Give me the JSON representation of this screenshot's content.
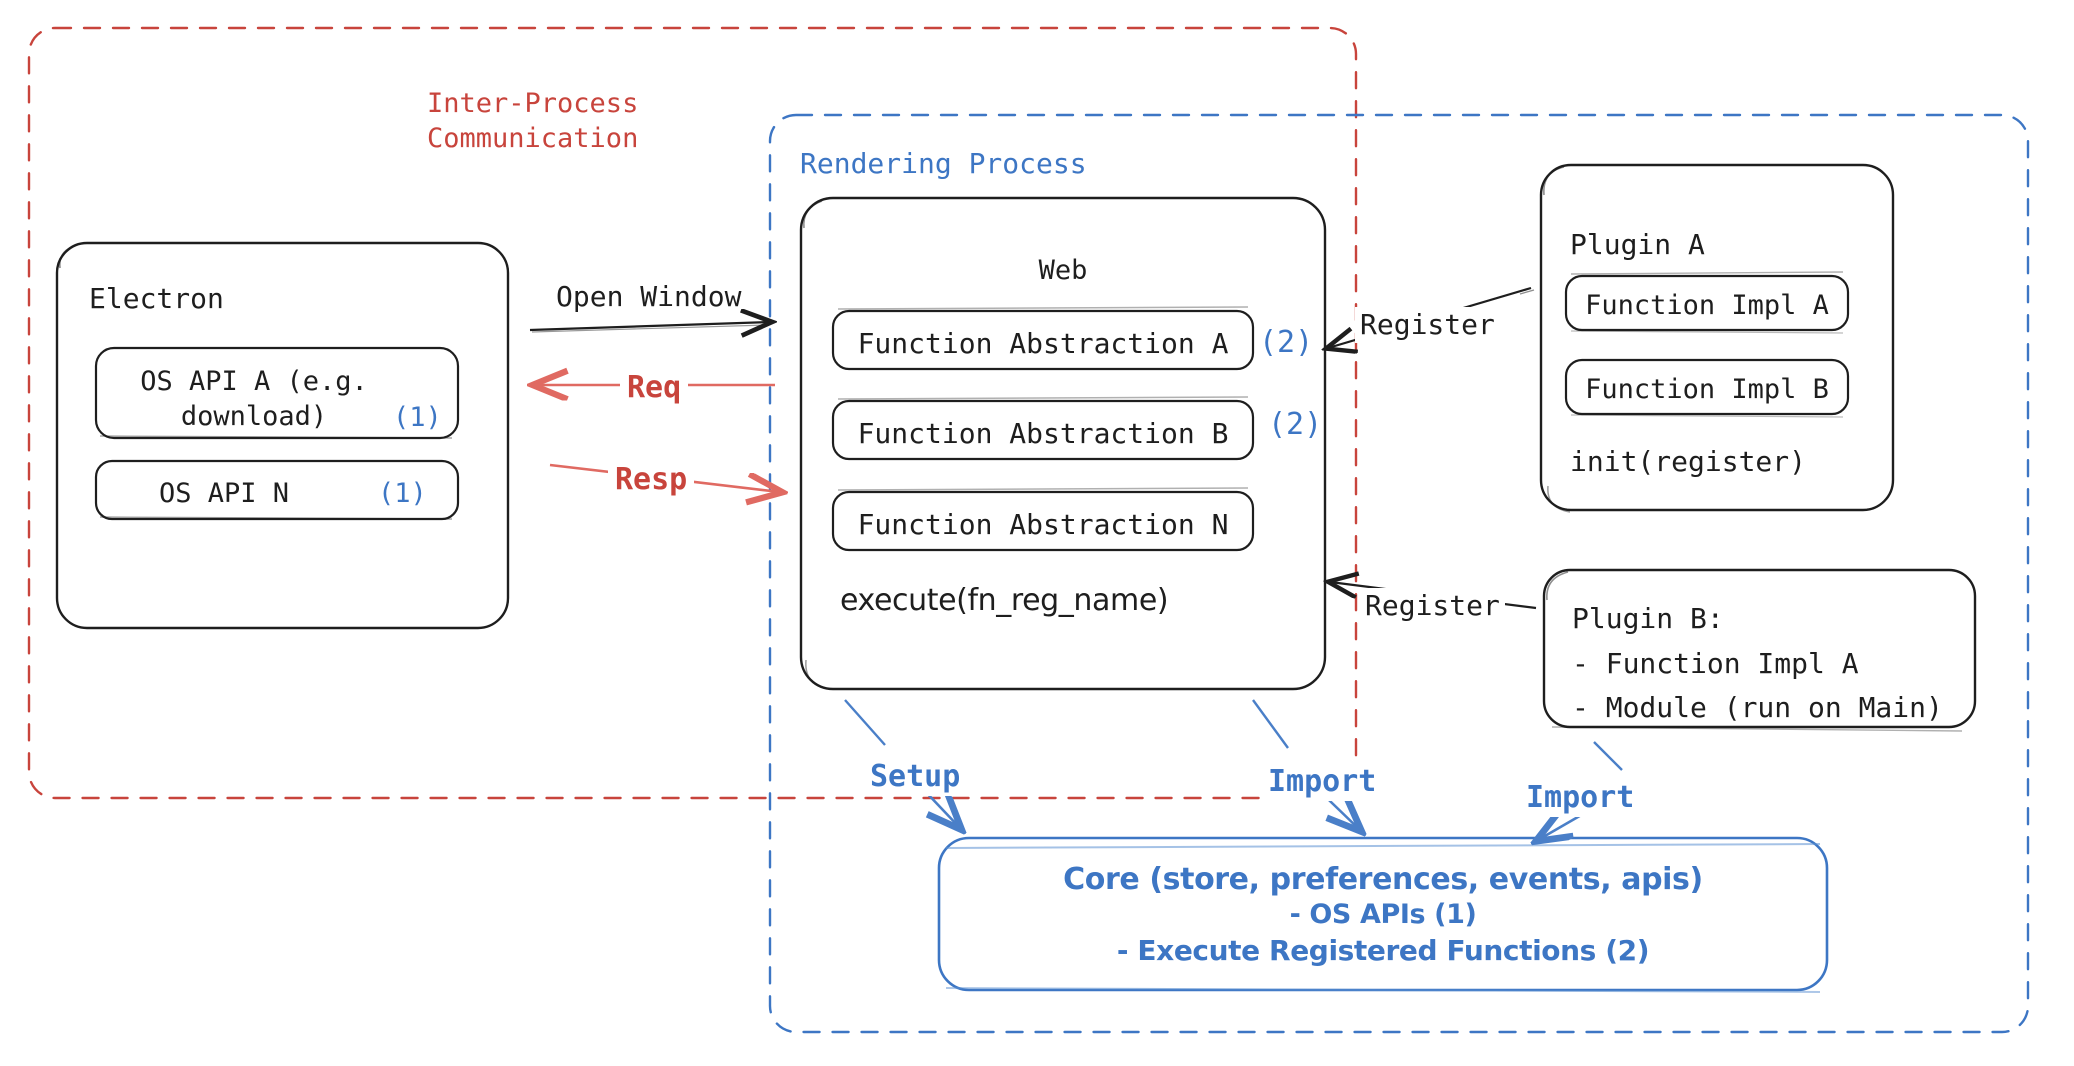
{
  "diagram": {
    "title_hidden": "",
    "colors": {
      "ipc_red": "#c8443c",
      "process_blue": "#3d76c4",
      "stroke_black": "#1e1e1e"
    },
    "groups": {
      "ipc": {
        "label": "Inter-Process\nCommunication",
        "style": "dashed",
        "color": "#c8443c"
      },
      "rendering": {
        "label": "Rendering Process",
        "style": "dashed",
        "color": "#3d76c4"
      }
    },
    "electron": {
      "title": "Electron",
      "items": [
        {
          "label": "OS API A (e.g.\ndownload)",
          "marker": "(1)"
        },
        {
          "label": "OS API N",
          "marker": "(1)"
        }
      ]
    },
    "web": {
      "title": "Web",
      "items": [
        {
          "label": "Function Abstraction A",
          "marker": "(2)"
        },
        {
          "label": "Function Abstraction B",
          "marker": "(2)"
        },
        {
          "label": "Function Abstraction N",
          "marker": ""
        }
      ],
      "footer": "execute(fn_reg_name)"
    },
    "plugin_a": {
      "title": "Plugin A",
      "items": [
        "Function Impl A",
        "Function Impl B"
      ],
      "footer": "init(register)"
    },
    "plugin_b": {
      "title": "Plugin B:",
      "items": [
        "- Function Impl A",
        "- Module (run on Main)"
      ]
    },
    "core": {
      "lines": [
        "Core (store, preferences, events, apis)",
        "- OS APIs (1)",
        "- Execute Registered Functions (2)"
      ]
    },
    "edges": [
      {
        "name": "open-window",
        "label": "Open Window",
        "color": "#1e1e1e"
      },
      {
        "name": "req",
        "label": "Req",
        "color": "#c8443c"
      },
      {
        "name": "resp",
        "label": "Resp",
        "color": "#c8443c"
      },
      {
        "name": "register-a",
        "label": "Register",
        "color": "#1e1e1e"
      },
      {
        "name": "register-b",
        "label": "Register",
        "color": "#1e1e1e"
      },
      {
        "name": "setup",
        "label": "Setup",
        "color": "#3d76c4"
      },
      {
        "name": "import-web",
        "label": "Import",
        "color": "#3d76c4"
      },
      {
        "name": "import-plugin-b",
        "label": "Import",
        "color": "#3d76c4"
      }
    ]
  }
}
